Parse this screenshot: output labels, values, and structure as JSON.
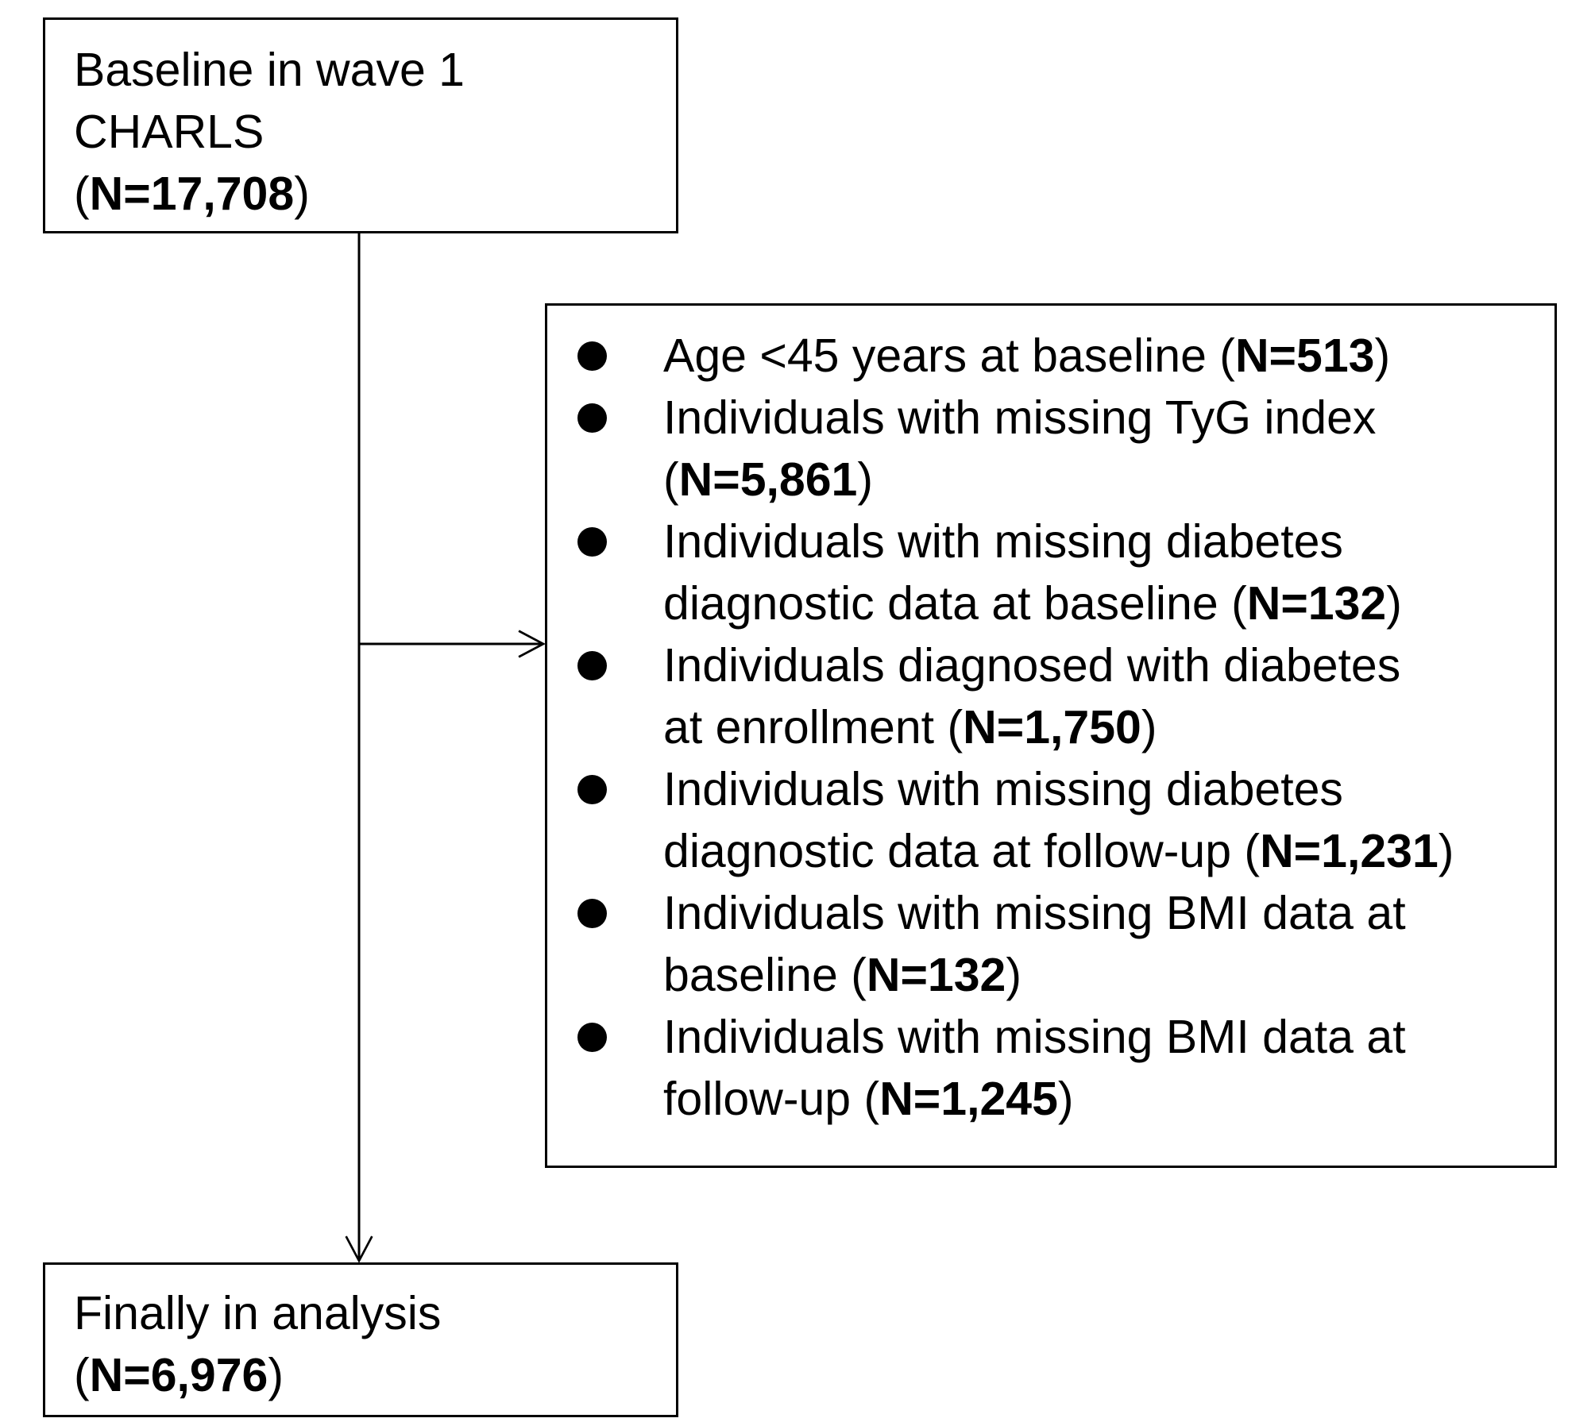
{
  "baseline": {
    "line1": "Baseline in wave 1",
    "line2": "CHARLS",
    "count": "N=17,708"
  },
  "exclusions": [
    {
      "lines": [
        "Age <45 years at baseline"
      ],
      "count": "N=513",
      "count_on_line": 0
    },
    {
      "lines": [
        "Individuals with missing TyG index",
        ""
      ],
      "count": "N=5,861",
      "count_on_line": 1
    },
    {
      "lines": [
        "Individuals with missing diabetes",
        "diagnostic data at baseline"
      ],
      "count": "N=132",
      "count_on_line": 1
    },
    {
      "lines": [
        "Individuals diagnosed with diabetes",
        "at enrollment"
      ],
      "count": "N=1,750",
      "count_on_line": 1
    },
    {
      "lines": [
        "Individuals with missing diabetes",
        "diagnostic data at follow-up"
      ],
      "count": "N=1,231",
      "count_on_line": 1
    },
    {
      "lines": [
        "Individuals with missing BMI data at",
        "baseline"
      ],
      "count": "N=132",
      "count_on_line": 1
    },
    {
      "lines": [
        "Individuals with missing BMI data at",
        "follow-up"
      ],
      "count": "N=1,245",
      "count_on_line": 1
    }
  ],
  "final": {
    "line1": "Finally in analysis",
    "count": "N=6,976"
  }
}
